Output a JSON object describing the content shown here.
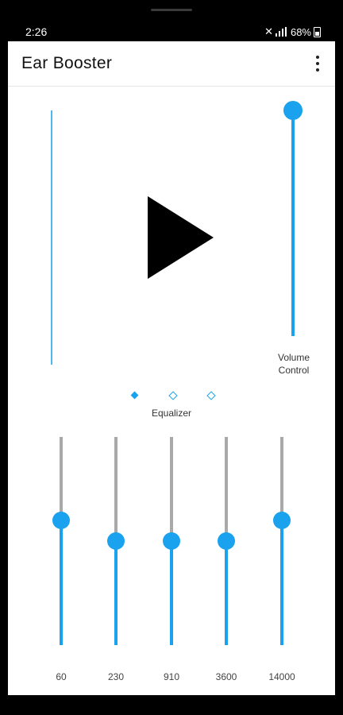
{
  "status": {
    "time": "2:26",
    "battery": "68%"
  },
  "app": {
    "title": "Ear Booster"
  },
  "player": {
    "play_icon": "play-icon"
  },
  "volume": {
    "label_line1": "Volume",
    "label_line2": "Control",
    "level": 1.0
  },
  "equalizer": {
    "label": "Equalizer",
    "pages": 3,
    "active_page": 0,
    "bands": [
      {
        "freq": "60",
        "level": 0.6
      },
      {
        "freq": "230",
        "level": 0.5
      },
      {
        "freq": "910",
        "level": 0.5
      },
      {
        "freq": "3600",
        "level": 0.5
      },
      {
        "freq": "14000",
        "level": 0.6
      }
    ]
  },
  "colors": {
    "accent": "#1aa2ee",
    "track_inactive": "#a9a9a9",
    "text": "#333333"
  }
}
